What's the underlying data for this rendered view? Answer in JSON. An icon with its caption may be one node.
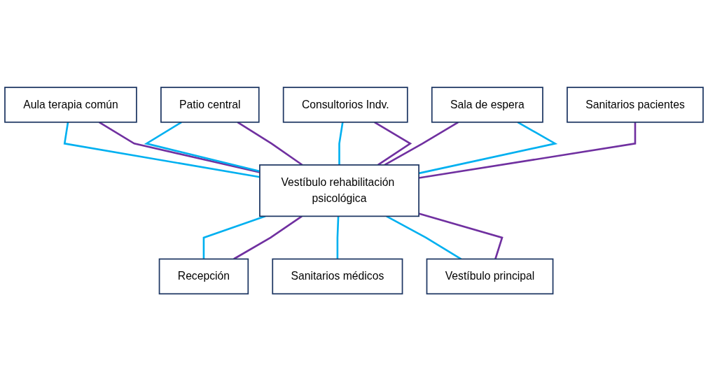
{
  "diagram": {
    "nodes": [
      {
        "text": [
          "Patio central"
        ]
      },
      {
        "text": [
          "Aula terapia común"
        ]
      },
      {
        "text": [
          "Consultorios Indv."
        ]
      },
      {
        "text": [
          "Sala de espera"
        ]
      },
      {
        "text": [
          "Vestíbulo rehabilitación psicológica"
        ]
      },
      {
        "text": [
          "Recepción"
        ]
      },
      {
        "text": [
          "Sanitarios pacientes"
        ]
      },
      {
        "text": [
          "Sanitarios médicos"
        ]
      },
      {
        "text": [
          "Vestíbulo principal"
        ]
      }
    ],
    "edges": [
      {
        "from": 1,
        "to": 4,
        "arrow": "none",
        "color": "#00b0f0"
      },
      {
        "from": 1,
        "to": 4,
        "arrow": "none",
        "color": "#7030a0"
      },
      {
        "from": 0,
        "to": 4,
        "arrow": "none",
        "color": "#00b0f0"
      },
      {
        "from": 0,
        "to": 4,
        "arrow": "none",
        "color": "#7030a0"
      },
      {
        "from": 2,
        "to": 4,
        "arrow": "none",
        "color": "#00b0f0"
      },
      {
        "from": 2,
        "to": 4,
        "arrow": "none",
        "color": "#7030a0"
      },
      {
        "from": 3,
        "to": 4,
        "arrow": "none",
        "color": "#7030a0"
      },
      {
        "from": 3,
        "to": 4,
        "arrow": "none",
        "color": "#00b0f0"
      },
      {
        "from": 6,
        "to": 4,
        "arrow": "none",
        "color": "#7030a0"
      },
      {
        "from": 4,
        "to": 5,
        "arrow": "none",
        "color": "#00b0f0"
      },
      {
        "from": 4,
        "to": 5,
        "arrow": "none",
        "color": "#7030a0"
      },
      {
        "from": 4,
        "to": 7,
        "arrow": "none",
        "color": "#00b0f0"
      },
      {
        "from": 4,
        "to": 8,
        "arrow": "none",
        "color": "#00b0f0"
      },
      {
        "from": 4,
        "to": 8,
        "arrow": "none",
        "color": "#7030a0"
      }
    ]
  }
}
